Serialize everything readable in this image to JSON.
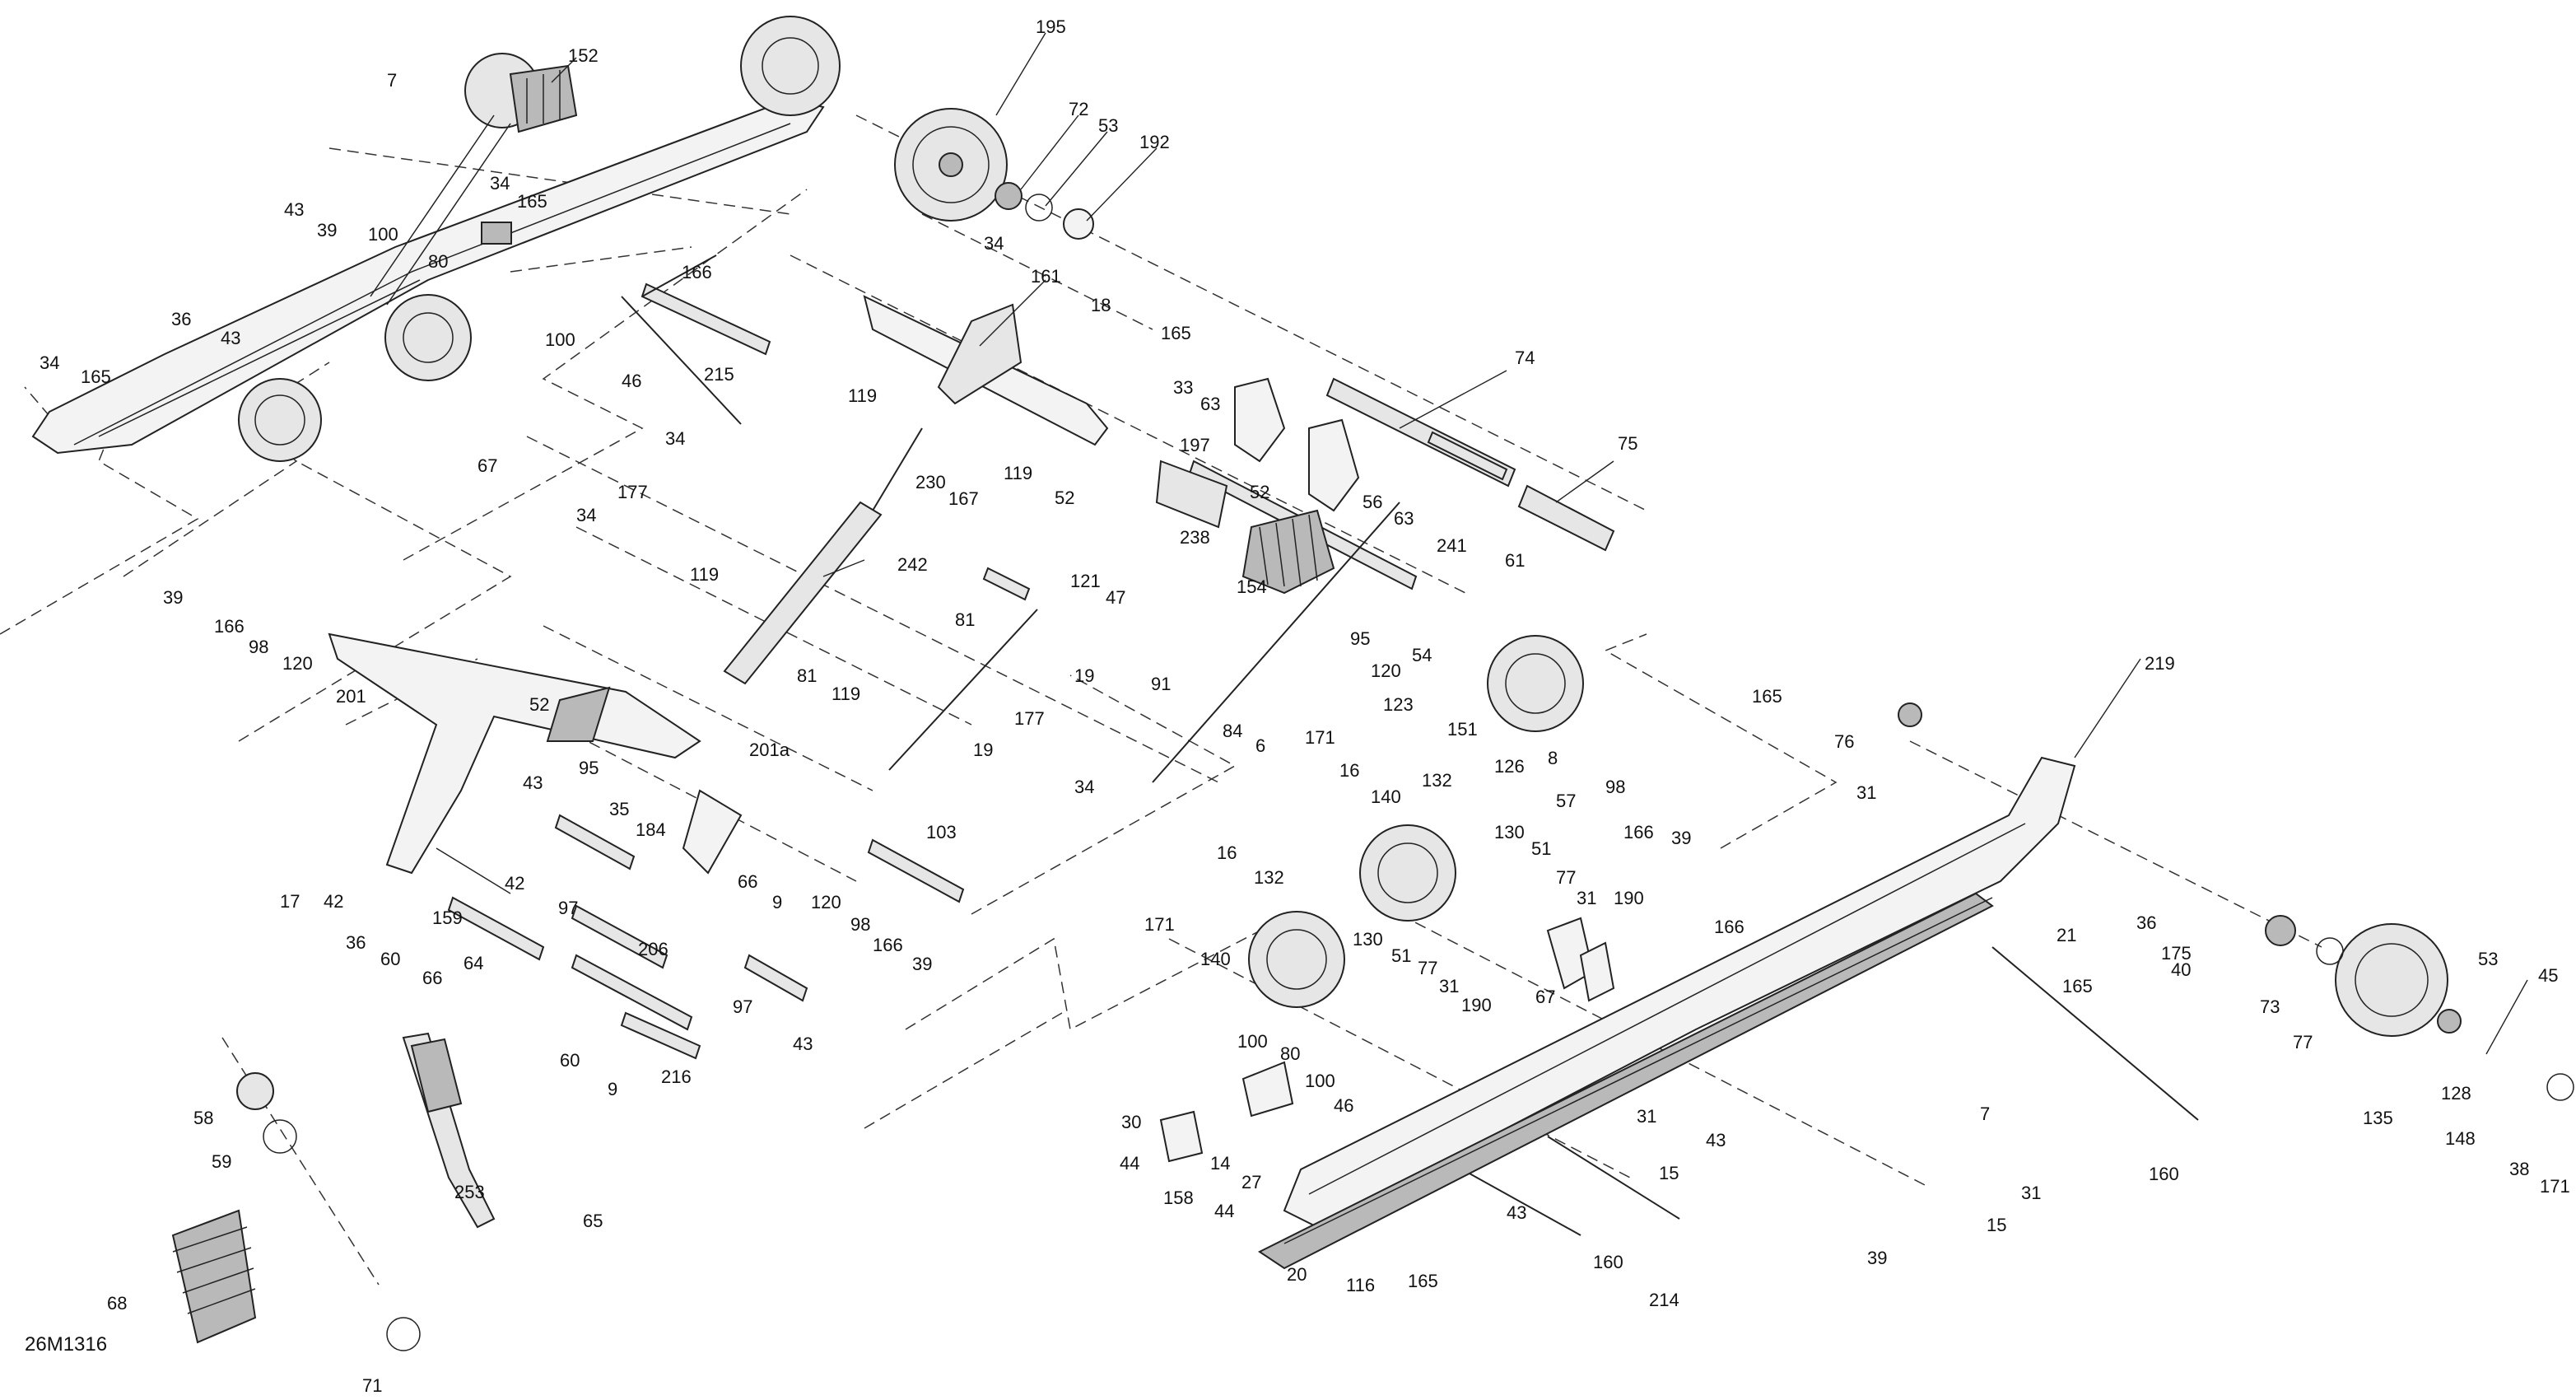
{
  "drawing_code": "26M1316",
  "callouts": {
    "c1": "7",
    "c2": "152",
    "c3": "195",
    "c4": "72",
    "c5": "53",
    "c6": "192",
    "c7": "34",
    "c8": "165",
    "c9": "43",
    "c10": "39",
    "c11": "100",
    "c12": "80",
    "c13": "166",
    "c14": "34",
    "c15": "161",
    "c16": "18",
    "c17": "36",
    "c18": "43",
    "c19": "34",
    "c20": "165",
    "c21": "100",
    "c22": "46",
    "c23": "215",
    "c24": "165",
    "c25": "33",
    "c26": "63",
    "c27": "74",
    "c28": "119",
    "c29": "197",
    "c30": "52",
    "c31": "56",
    "c32": "63",
    "c33": "75",
    "c34": "67",
    "c35": "34",
    "c36": "230",
    "c37": "167",
    "c38": "119",
    "c39": "52",
    "c40": "241",
    "c41": "177",
    "c42": "238",
    "c43": "34",
    "c44": "121",
    "c45": "47",
    "c46": "154",
    "c47": "61",
    "c48": "39",
    "c49": "119",
    "c50": "242",
    "c51": "81",
    "c52": "166",
    "c53": "98",
    "c54": "120",
    "c55": "95",
    "c56": "201",
    "c57": "120",
    "c58": "54",
    "c59": "52",
    "c60": "123",
    "c61": "151",
    "c62": "81",
    "c63": "119",
    "c64": "19",
    "c65": "177",
    "c66": "219",
    "c67": "165",
    "c68": "76",
    "c69": "95",
    "c70": "201a",
    "c71": "91",
    "c72": "84",
    "c73": "6",
    "c74": "8",
    "c75": "126",
    "c76": "57",
    "c77": "98",
    "c78": "39",
    "c79": "166",
    "c80": "31",
    "c81": "43",
    "c82": "35",
    "c83": "184",
    "c84": "34",
    "c85": "19",
    "c86": "171",
    "c87": "16",
    "c88": "140",
    "c89": "132",
    "c90": "103",
    "c91": "17",
    "c92": "42",
    "c93": "42",
    "c94": "66",
    "c95": "9",
    "c96": "130",
    "c97": "51",
    "c98": "77",
    "c99": "31",
    "c100": "190",
    "c101": "159",
    "c102": "97",
    "c103": "120",
    "c104": "16",
    "c105": "132",
    "c106": "206",
    "c107": "98",
    "c108": "166",
    "c109": "171",
    "c110": "140",
    "c111": "166",
    "c112": "21",
    "c113": "36",
    "c114": "175",
    "c115": "40",
    "c116": "36",
    "c117": "60",
    "c118": "66",
    "c119": "64",
    "c120": "39",
    "c121": "97",
    "c122": "43",
    "c123": "130",
    "c124": "51",
    "c125": "77",
    "c126": "31",
    "c127": "67",
    "c128": "190",
    "c129": "73",
    "c130": "53",
    "c131": "45",
    "c132": "165",
    "c133": "77",
    "c134": "58",
    "c135": "216",
    "c136": "100",
    "c137": "80",
    "c138": "60",
    "c139": "59",
    "c140": "9",
    "c141": "100",
    "c142": "46",
    "c143": "7",
    "c144": "135",
    "c145": "128",
    "c146": "148",
    "c147": "38",
    "c148": "171",
    "c149": "30",
    "c150": "44",
    "c151": "44",
    "c152": "14",
    "c153": "31",
    "c154": "43",
    "c155": "65",
    "c156": "158",
    "c157": "27",
    "c158": "15",
    "c159": "160",
    "c160": "253",
    "c161": "31",
    "c162": "43",
    "c163": "68",
    "c164": "20",
    "c165": "116",
    "c166": "165",
    "c167": "39",
    "c168": "15",
    "c169": "160",
    "c170": "214",
    "c171": "71"
  }
}
